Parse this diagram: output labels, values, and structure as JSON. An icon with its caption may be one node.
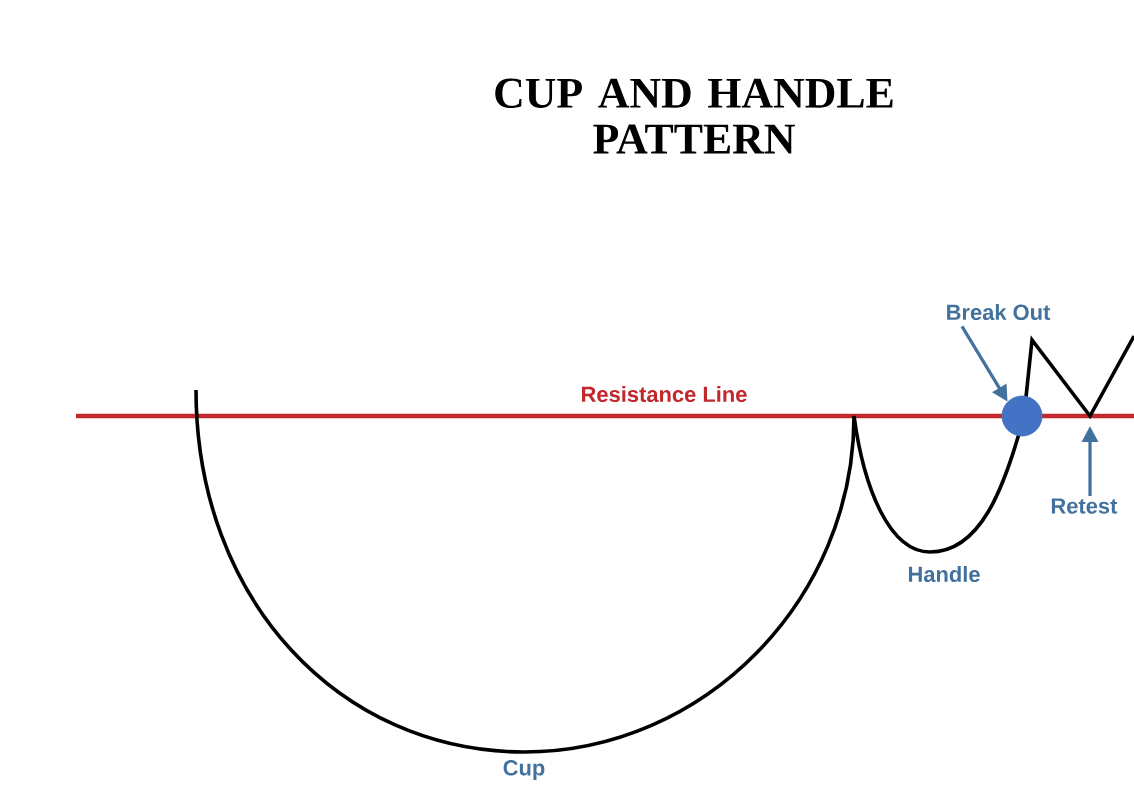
{
  "diagram": {
    "title": "CUP AND HANDLE PATTERN",
    "nodes": [
      {
        "text": [
          "Break Out"
        ]
      },
      {
        "text": [],
        "shape": "circle"
      },
      {
        "text": [
          "Retest"
        ]
      }
    ],
    "edges": [
      {
        "from": 0,
        "to": 1,
        "arrow": "to"
      },
      {
        "from": 2,
        "to": null,
        "arrow": "to"
      }
    ],
    "labels": [
      "Resistance Line",
      "Handle",
      "Cup"
    ]
  }
}
